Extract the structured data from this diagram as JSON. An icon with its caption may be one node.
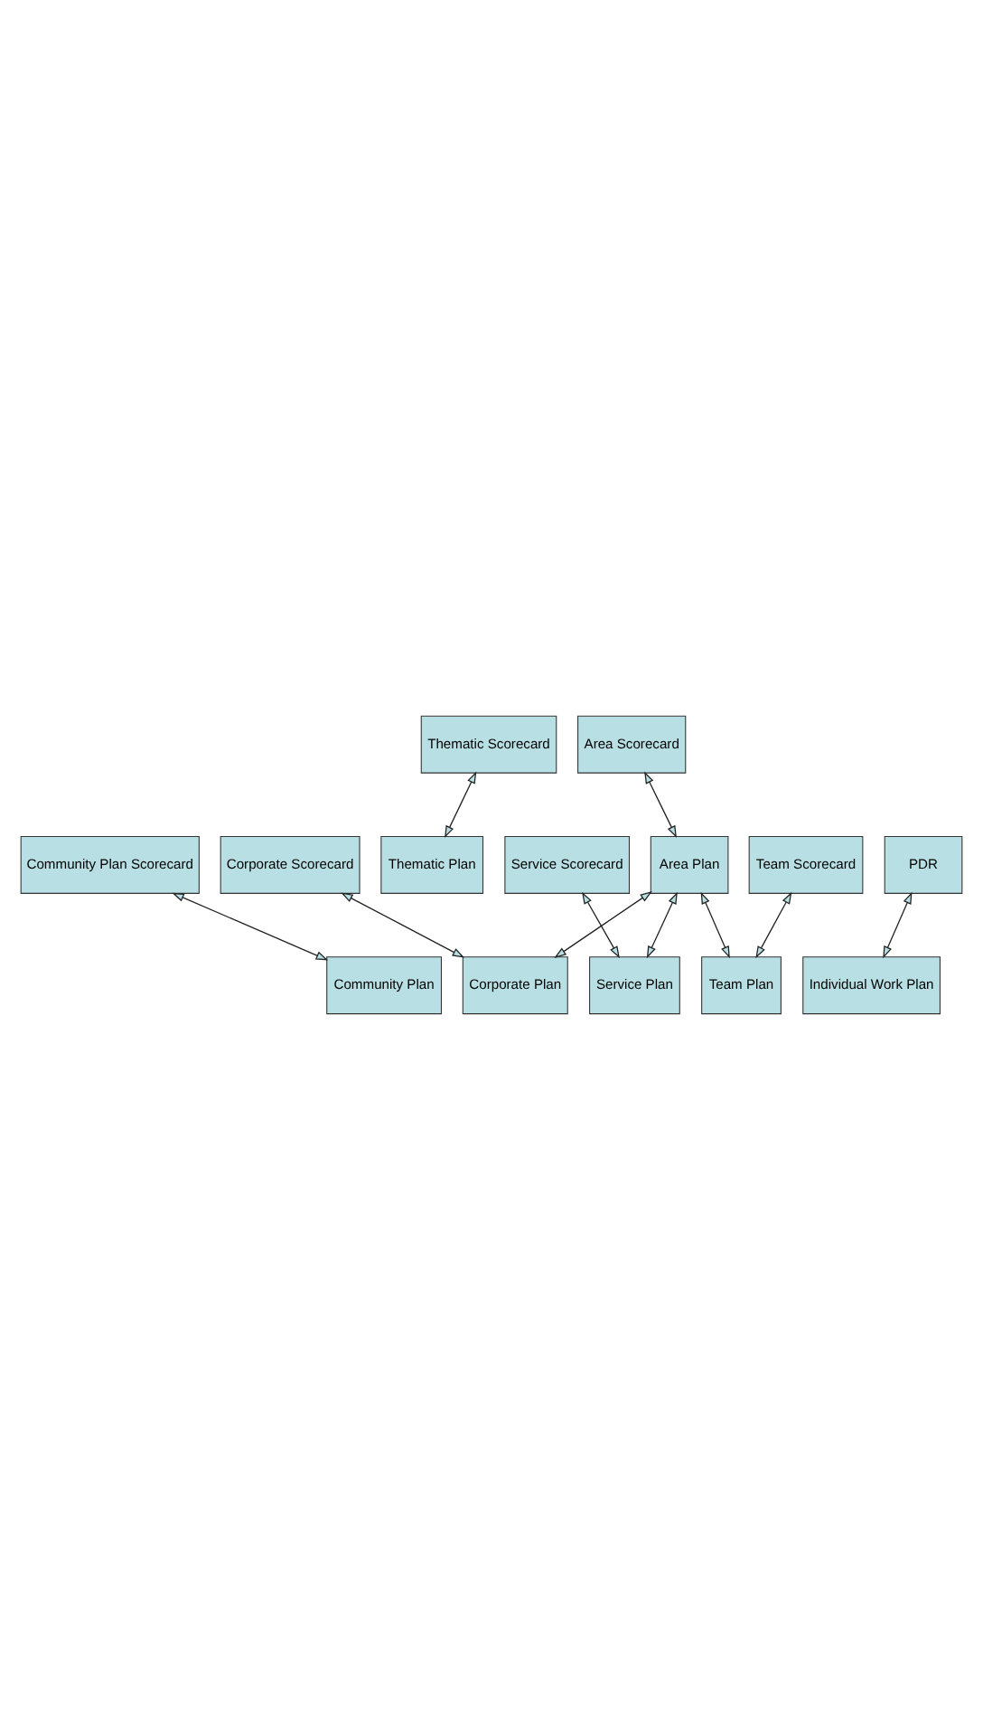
{
  "diagram": {
    "nodes": [
      {
        "text": [
          "Community Plan Scorecard"
        ]
      },
      {
        "text": [
          "Corporate Scorecard"
        ]
      },
      {
        "text": [
          "Service Scorecard"
        ]
      },
      {
        "text": [
          "Team Scorecard"
        ]
      },
      {
        "text": [
          "PDR"
        ]
      },
      {
        "text": [
          "Thematic Scorecard"
        ]
      },
      {
        "text": [
          "Area Scorecard"
        ]
      },
      {
        "text": [
          "Thematic Plan"
        ]
      },
      {
        "text": [
          "Area Plan"
        ]
      },
      {
        "text": [
          "Community Plan"
        ]
      },
      {
        "text": [
          "Corporate Plan"
        ]
      },
      {
        "text": [
          "Service Plan"
        ]
      },
      {
        "text": [
          "Team Plan"
        ]
      },
      {
        "text": [
          "Individual Work Plan"
        ]
      }
    ],
    "edges": [
      {
        "from": 9,
        "to": 0,
        "arrow": "both"
      },
      {
        "from": 10,
        "to": 1,
        "arrow": "both"
      },
      {
        "from": 11,
        "to": 2,
        "arrow": "both"
      },
      {
        "from": 12,
        "to": 3,
        "arrow": "both"
      },
      {
        "from": 13,
        "to": 4,
        "arrow": "both"
      },
      {
        "from": 7,
        "to": 5,
        "arrow": "both"
      },
      {
        "from": 8,
        "to": 6,
        "arrow": "both"
      },
      {
        "from": 11,
        "to": 8,
        "arrow": "both"
      },
      {
        "from": 10,
        "to": 8,
        "arrow": "both"
      },
      {
        "from": 12,
        "to": 8,
        "arrow": "both"
      }
    ]
  }
}
